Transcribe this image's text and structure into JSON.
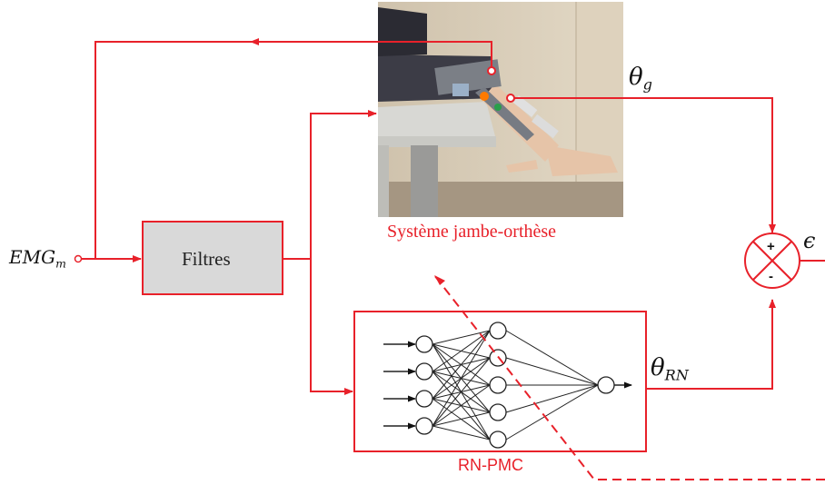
{
  "input": {
    "label": "EMG",
    "subscript": "m"
  },
  "filter_block": {
    "label": "Filtres"
  },
  "system": {
    "caption": "Système jambe-orthèse",
    "photo": "leg-orthosis-photo"
  },
  "nn_block": {
    "caption": "RN-PMC",
    "layers": [
      4,
      5,
      1
    ]
  },
  "signals": {
    "theta_g": {
      "symbol": "θ",
      "subscript": "g"
    },
    "theta_rn": {
      "symbol": "θ",
      "subscript": "RN"
    },
    "error": {
      "symbol": "ϵ"
    }
  },
  "summing_junction": {
    "plus": "+",
    "minus": "-"
  },
  "colors": {
    "signal": "#e8212a",
    "filter_fill": "#d9d9d9",
    "network": "#222222"
  }
}
